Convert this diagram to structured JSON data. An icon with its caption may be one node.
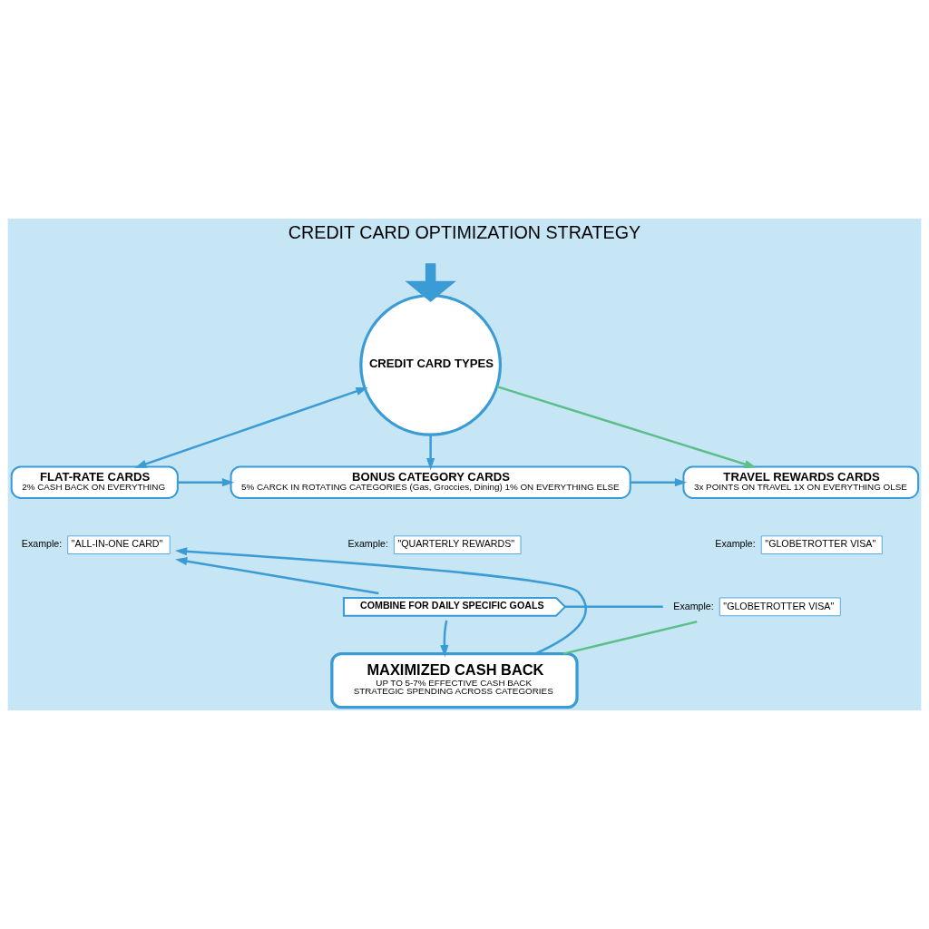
{
  "diagram": {
    "title": "CREDIT CARD OPTIMIZATION STRATEGY",
    "nodes": [
      {
        "text": [
          "CREDIT CARD TYPES"
        ]
      },
      {
        "text": [
          "FLAT-RATE CARDS",
          "2% CASH BACK ON EVERYTHING"
        ]
      },
      {
        "text": [
          "BONUS CATEGORY CARDS",
          "5% CARCK IN ROTATING CATEGORIES (Gas, Groccies, Dining) 1% ON EVERYTHING ELSE"
        ]
      },
      {
        "text": [
          "TRAVEL REWARDS CARDS",
          "3x POINTS ON TRAVEL 1X ON EVERYTHING OLSE"
        ]
      },
      {
        "text": [
          "\"ALL-IN-ONE CARD\""
        ],
        "beside": [
          "Example:"
        ]
      },
      {
        "text": [
          "\"QUARTERLY REWARDS\""
        ],
        "beside": [
          "Example:"
        ]
      },
      {
        "text": [
          "\"GLOBETROTTER VISA\""
        ],
        "beside": [
          "Example:"
        ]
      },
      {
        "text": [
          "\"GLOBETROTTER VISA\""
        ],
        "beside": [
          "Example:"
        ]
      },
      {
        "text": [
          "COMBINE FOR DAILY SPECIFIC GOALS"
        ]
      },
      {
        "text": [
          "MAXIMIZED CASH BACK",
          "UP TO 5-7% EFFECTIVE CASH BACK",
          "STRATEGIC SPENDING ACROSS CATEGORIES"
        ]
      }
    ],
    "edges": [
      {
        "from": null,
        "to": 0,
        "arrow": "to",
        "style": "thick"
      },
      {
        "from": 0,
        "to": 1,
        "arrow": "both"
      },
      {
        "from": 0,
        "to": 2,
        "arrow": "to"
      },
      {
        "from": 0,
        "to": 3,
        "arrow": "to",
        "color": "#5cbf8a"
      },
      {
        "from": 1,
        "to": 2,
        "arrow": "to"
      },
      {
        "from": 2,
        "to": 3,
        "arrow": "to"
      },
      {
        "from": 9,
        "to": 4,
        "arrow": "to"
      },
      {
        "from": 8,
        "to": 4,
        "arrow": "to"
      },
      {
        "from": 8,
        "to": 7,
        "arrow": "none"
      },
      {
        "from": 7,
        "to": 9,
        "arrow": "none",
        "color": "#5cbf8a"
      },
      {
        "from": 8,
        "to": 9,
        "arrow": "to"
      }
    ]
  }
}
